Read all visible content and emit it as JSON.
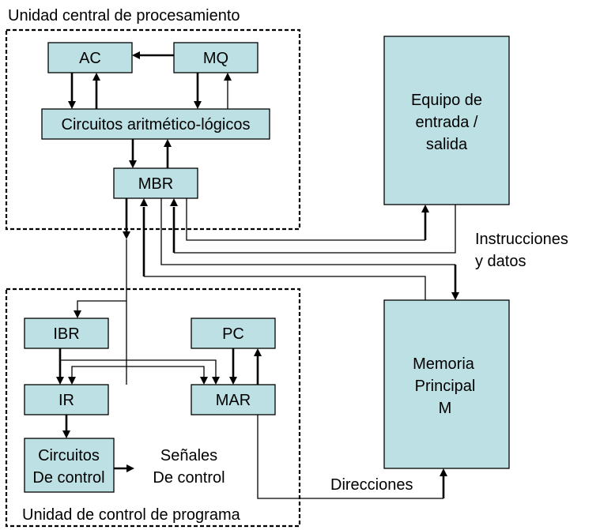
{
  "cpu": {
    "title": "Unidad central de procesamiento",
    "registers": {
      "ac": "AC",
      "mq": "MQ",
      "alu": "Circuitos aritmético-lógicos",
      "mbr": "MBR"
    }
  },
  "control_unit": {
    "title": "Unidad de control de programa",
    "registers": {
      "ibr": "IBR",
      "pc": "PC",
      "ir": "IR",
      "mar": "MAR"
    },
    "control_circuits": [
      "Circuitos",
      "De control"
    ],
    "control_signals": [
      "Señales",
      "De control"
    ]
  },
  "io": {
    "label": [
      "Equipo de",
      "entrada /",
      "salida"
    ]
  },
  "memory": {
    "label": [
      "Memoria",
      "Principal",
      "M"
    ]
  },
  "annotations": {
    "instructions_data": [
      "Instrucciones",
      "y datos"
    ],
    "addresses": "Direcciones"
  },
  "colors": {
    "box_fill": "#bde0e4",
    "stroke": "#000000"
  }
}
